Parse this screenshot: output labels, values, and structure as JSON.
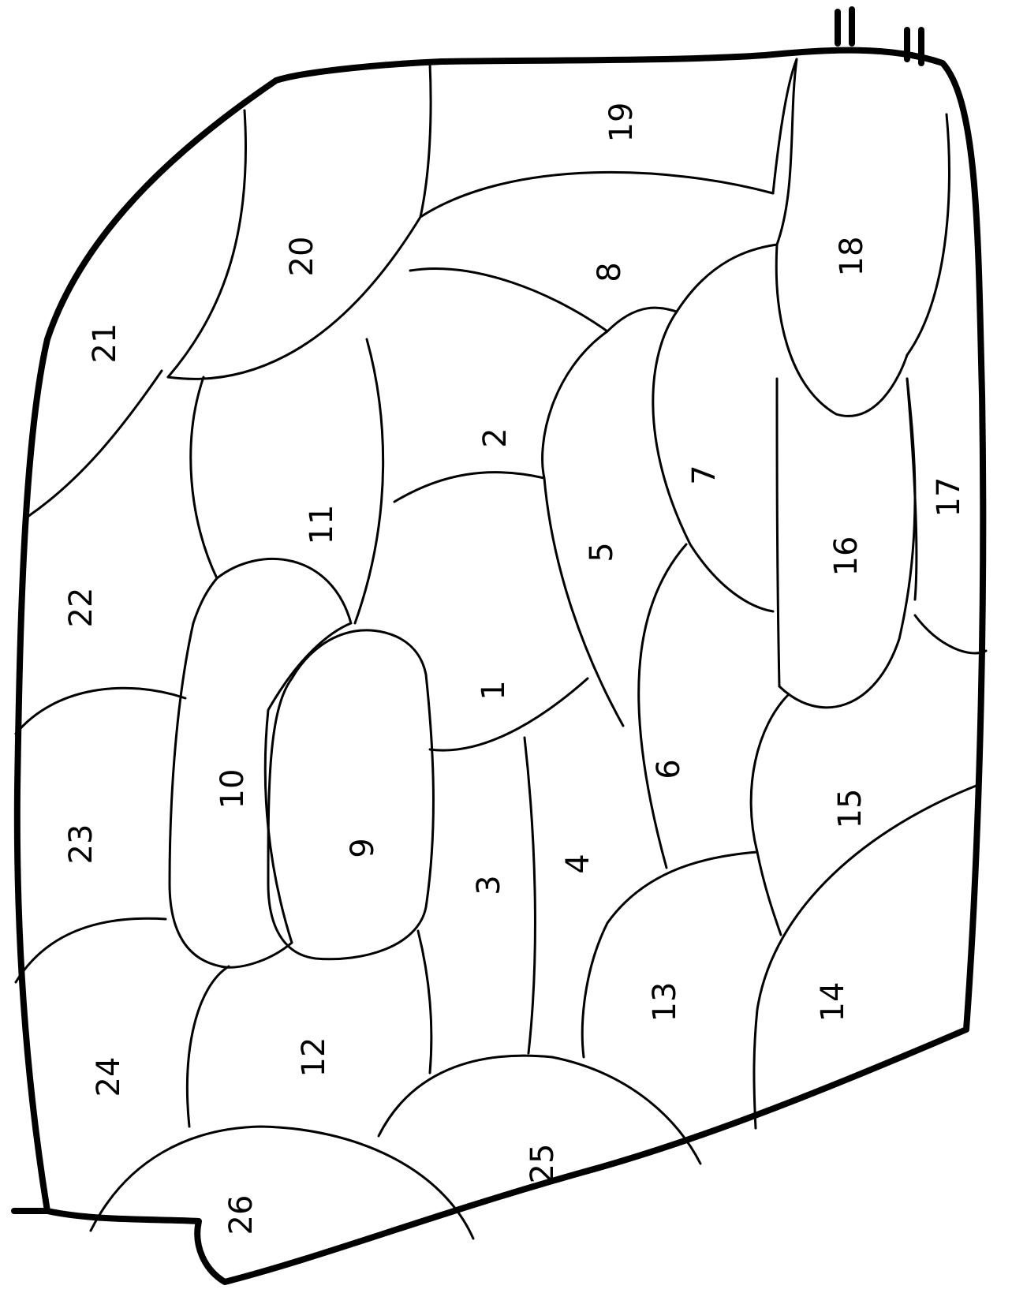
{
  "corner_marks": [
    "II",
    "II"
  ],
  "regions": [
    {
      "id": "r1",
      "label": "1"
    },
    {
      "id": "r2",
      "label": "2"
    },
    {
      "id": "r3",
      "label": "3"
    },
    {
      "id": "r4",
      "label": "4"
    },
    {
      "id": "r5",
      "label": "5"
    },
    {
      "id": "r6",
      "label": "6"
    },
    {
      "id": "r7",
      "label": "7"
    },
    {
      "id": "r8",
      "label": "8"
    },
    {
      "id": "r9",
      "label": "9"
    },
    {
      "id": "r10",
      "label": "10"
    },
    {
      "id": "r11",
      "label": "11"
    },
    {
      "id": "r12",
      "label": "12"
    },
    {
      "id": "r13",
      "label": "13"
    },
    {
      "id": "r14",
      "label": "14"
    },
    {
      "id": "r15",
      "label": "15"
    },
    {
      "id": "r16",
      "label": "16"
    },
    {
      "id": "r17",
      "label": "17"
    },
    {
      "id": "r18",
      "label": "18"
    },
    {
      "id": "r19",
      "label": "19"
    },
    {
      "id": "r20",
      "label": "20"
    },
    {
      "id": "r21",
      "label": "21"
    },
    {
      "id": "r22",
      "label": "22"
    },
    {
      "id": "r23",
      "label": "23"
    },
    {
      "id": "r24",
      "label": "24"
    },
    {
      "id": "r25",
      "label": "25"
    },
    {
      "id": "r26",
      "label": "26"
    }
  ]
}
